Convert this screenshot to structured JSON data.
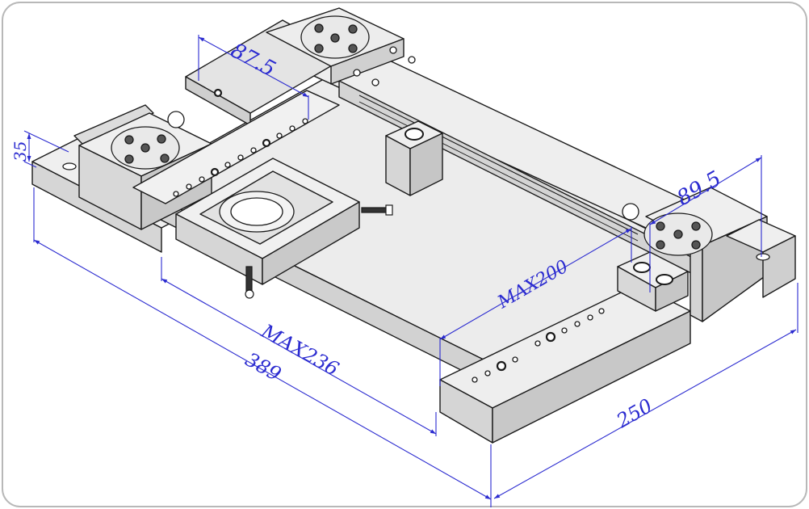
{
  "colors": {
    "background": "#ffffff",
    "frame_border": "#b8b8b8",
    "part_fill": "#e7e7e7",
    "part_top": "#efefef",
    "part_side": "#d2d2d2",
    "part_edge": "#1a1a1a",
    "dimension": "#2b2bd0"
  },
  "dimensions": {
    "height_35": "35",
    "offset_87_5": "87.5",
    "offset_89_5": "89.5",
    "max_200": "MAX200",
    "max_236": "MAX236",
    "length_389": "389",
    "width_250": "250"
  }
}
